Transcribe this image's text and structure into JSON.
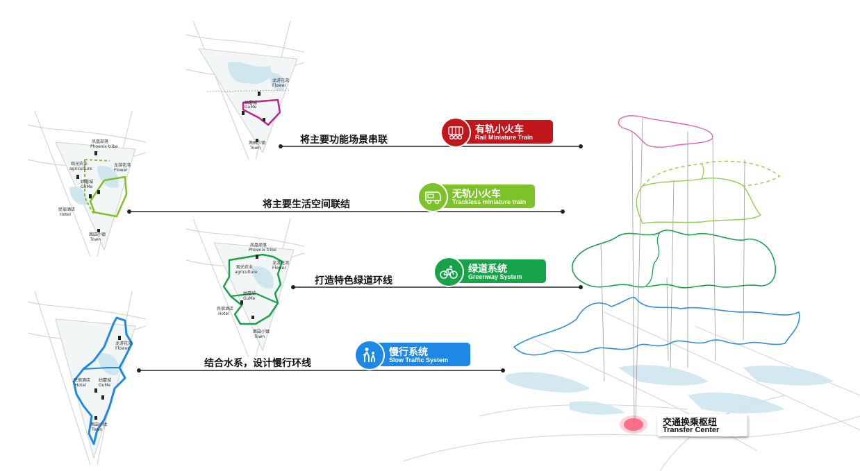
{
  "systems": [
    {
      "id": "rail",
      "zh": "有轨小火车",
      "en": "Rail Miniature Train",
      "leader": "将主要功能场景串联",
      "color": "#c0161c",
      "icon": "rail-train-icon"
    },
    {
      "id": "trackless",
      "zh": "无轨小火车",
      "en": "Trackless miniature train",
      "leader": "将主要生活空间联结",
      "color": "#7dc12b",
      "icon": "trackless-train-icon"
    },
    {
      "id": "greenway",
      "zh": "绿道系统",
      "en": "Greenway System",
      "leader": "打造特色绿道环线",
      "color": "#16a34a",
      "icon": "bicycle-icon"
    },
    {
      "id": "slow",
      "zh": "慢行系统",
      "en": "Slow Traffic System",
      "leader": "结合水系，设计慢行环线",
      "color": "#1e88e5",
      "icon": "pedestrian-icon"
    }
  ],
  "map_labels": {
    "phoenix_zh": "凤凰部落",
    "phoenix_en": "Phoenix tribe",
    "flower_zh": "龙游花湾",
    "flower_en": "Flower",
    "agri_zh": "观光农业",
    "agri_en": "agriculture",
    "guwo_zh": "姑蘑城",
    "guwo_en": "GuMe",
    "hotel_zh": "民宿酒店",
    "hotel_en": "Hotel",
    "town_zh": "茜田小镇",
    "town_en": "Town"
  },
  "hub": {
    "zh": "交通换乘枢纽",
    "en": "Transfer Center"
  },
  "colors": {
    "rail": "#c0161c",
    "rail_path": "#c0268a",
    "trackless": "#7dc12b",
    "greenway": "#16a34a",
    "slow": "#1e88e5",
    "water": "#cfe6ef",
    "road": "#d8d8d8"
  }
}
